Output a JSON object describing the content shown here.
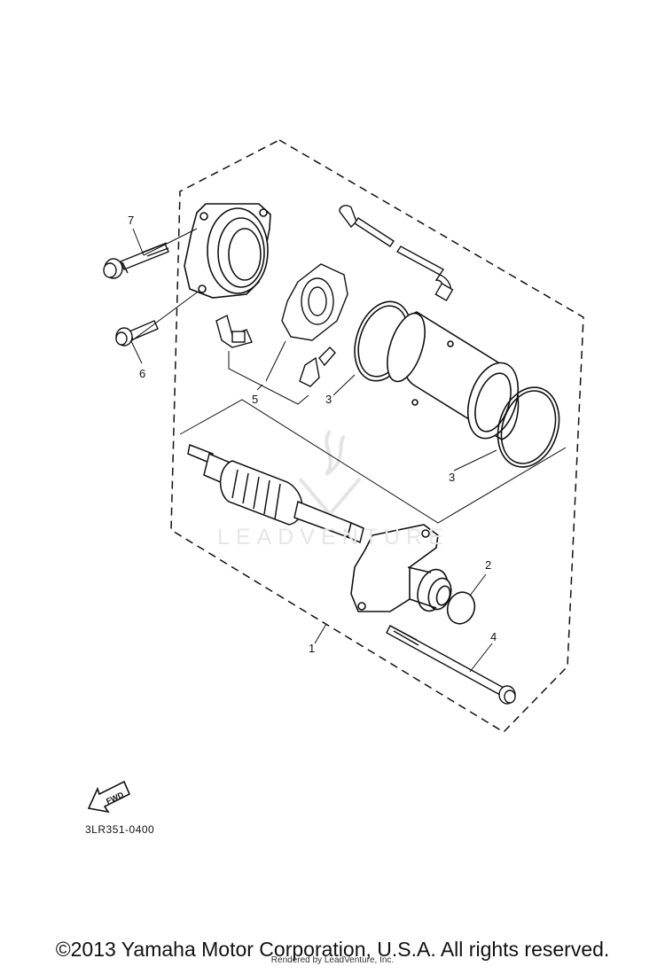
{
  "callouts": [
    {
      "id": "7",
      "label": "7"
    },
    {
      "id": "6",
      "label": "6"
    },
    {
      "id": "5",
      "label": "5"
    },
    {
      "id": "3a",
      "label": "3"
    },
    {
      "id": "3b",
      "label": "3"
    },
    {
      "id": "2",
      "label": "2"
    },
    {
      "id": "4",
      "label": "4"
    },
    {
      "id": "1",
      "label": "1"
    }
  ],
  "fwd_label": "FWD",
  "diagram_ref": "3LR351-0400",
  "watermark": "LEADVENTURE",
  "copyright": "©2013 Yamaha Motor Corporation, U.S.A. All rights reserved.",
  "rendered_by": "Rendered by LeadVenture, Inc."
}
